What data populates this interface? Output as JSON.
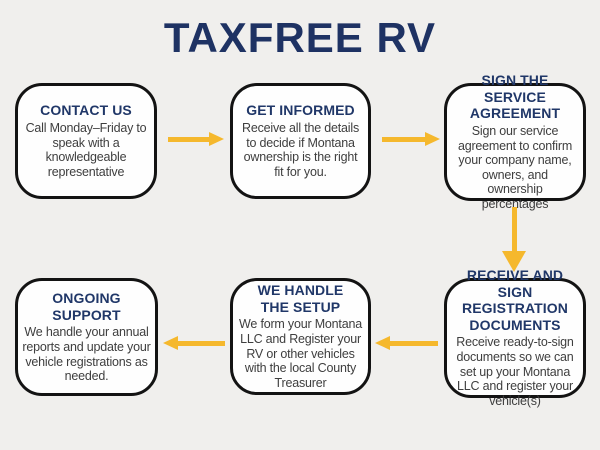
{
  "title": "TAXFREE RV",
  "colors": {
    "background": "#f0efed",
    "box_background": "#fefefe",
    "box_border": "#131313",
    "heading_navy": "#203768",
    "title_navy": "#1e3263",
    "body_text": "#3e3e3e",
    "arrow_yellow": "#f5b82d"
  },
  "steps": [
    {
      "id": "contact-us",
      "heading": "CONTACT US",
      "body": "Call Monday–Friday to\nspeak with a\nknowledgeable\nrepresentative"
    },
    {
      "id": "get-informed",
      "heading": "GET INFORMED",
      "body": "Receive all the details\nto decide if Montana\nownership is the right\nfit for you."
    },
    {
      "id": "sign-the-service-agreement",
      "heading": "SIGN THE\nSERVICE\nAGREEMENT",
      "body": "Sign our service\nagreement to confirm\nyour company name,\nowners, and\nownership\npercentages"
    },
    {
      "id": "receive-and-sign-registration-documents",
      "heading": "RECEIVE AND\nSIGN\nREGISTRATION\nDOCUMENTS",
      "body": "Receive ready-to-sign\ndocuments so we can\nset up your Montana\nLLC and register your\nvehicle(s)"
    },
    {
      "id": "we-handle-the-setup",
      "heading": "WE HANDLE\nTHE SETUP",
      "body": "We form your Montana\nLLC and Register your\nRV or other vehicles\nwith the local County\nTreasurer"
    },
    {
      "id": "ongoing-support",
      "heading": "ONGOING\nSUPPORT",
      "body": "We handle your annual\nreports and update your\nvehicle registrations as\nneeded."
    }
  ],
  "arrows": [
    {
      "name": "arrow-contact-to-informed",
      "direction": "right"
    },
    {
      "name": "arrow-informed-to-sign",
      "direction": "right"
    },
    {
      "name": "arrow-sign-to-receive",
      "direction": "down"
    },
    {
      "name": "arrow-receive-to-setup",
      "direction": "left"
    },
    {
      "name": "arrow-setup-to-ongoing",
      "direction": "left"
    }
  ]
}
